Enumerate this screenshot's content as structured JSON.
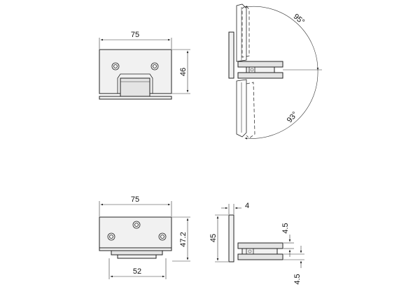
{
  "top_front": {
    "width": "75",
    "height": "46"
  },
  "top_side": {
    "angle_open": "95°",
    "angle_close": "93°"
  },
  "bottom_front": {
    "width": "75",
    "height": "47.2",
    "gap": "52"
  },
  "bottom_side": {
    "thickness": "4",
    "height": "45",
    "upper": "4.5",
    "lower": "4.5"
  },
  "colors": {
    "part_fill": "#f1f1f1",
    "line": "#222222"
  }
}
